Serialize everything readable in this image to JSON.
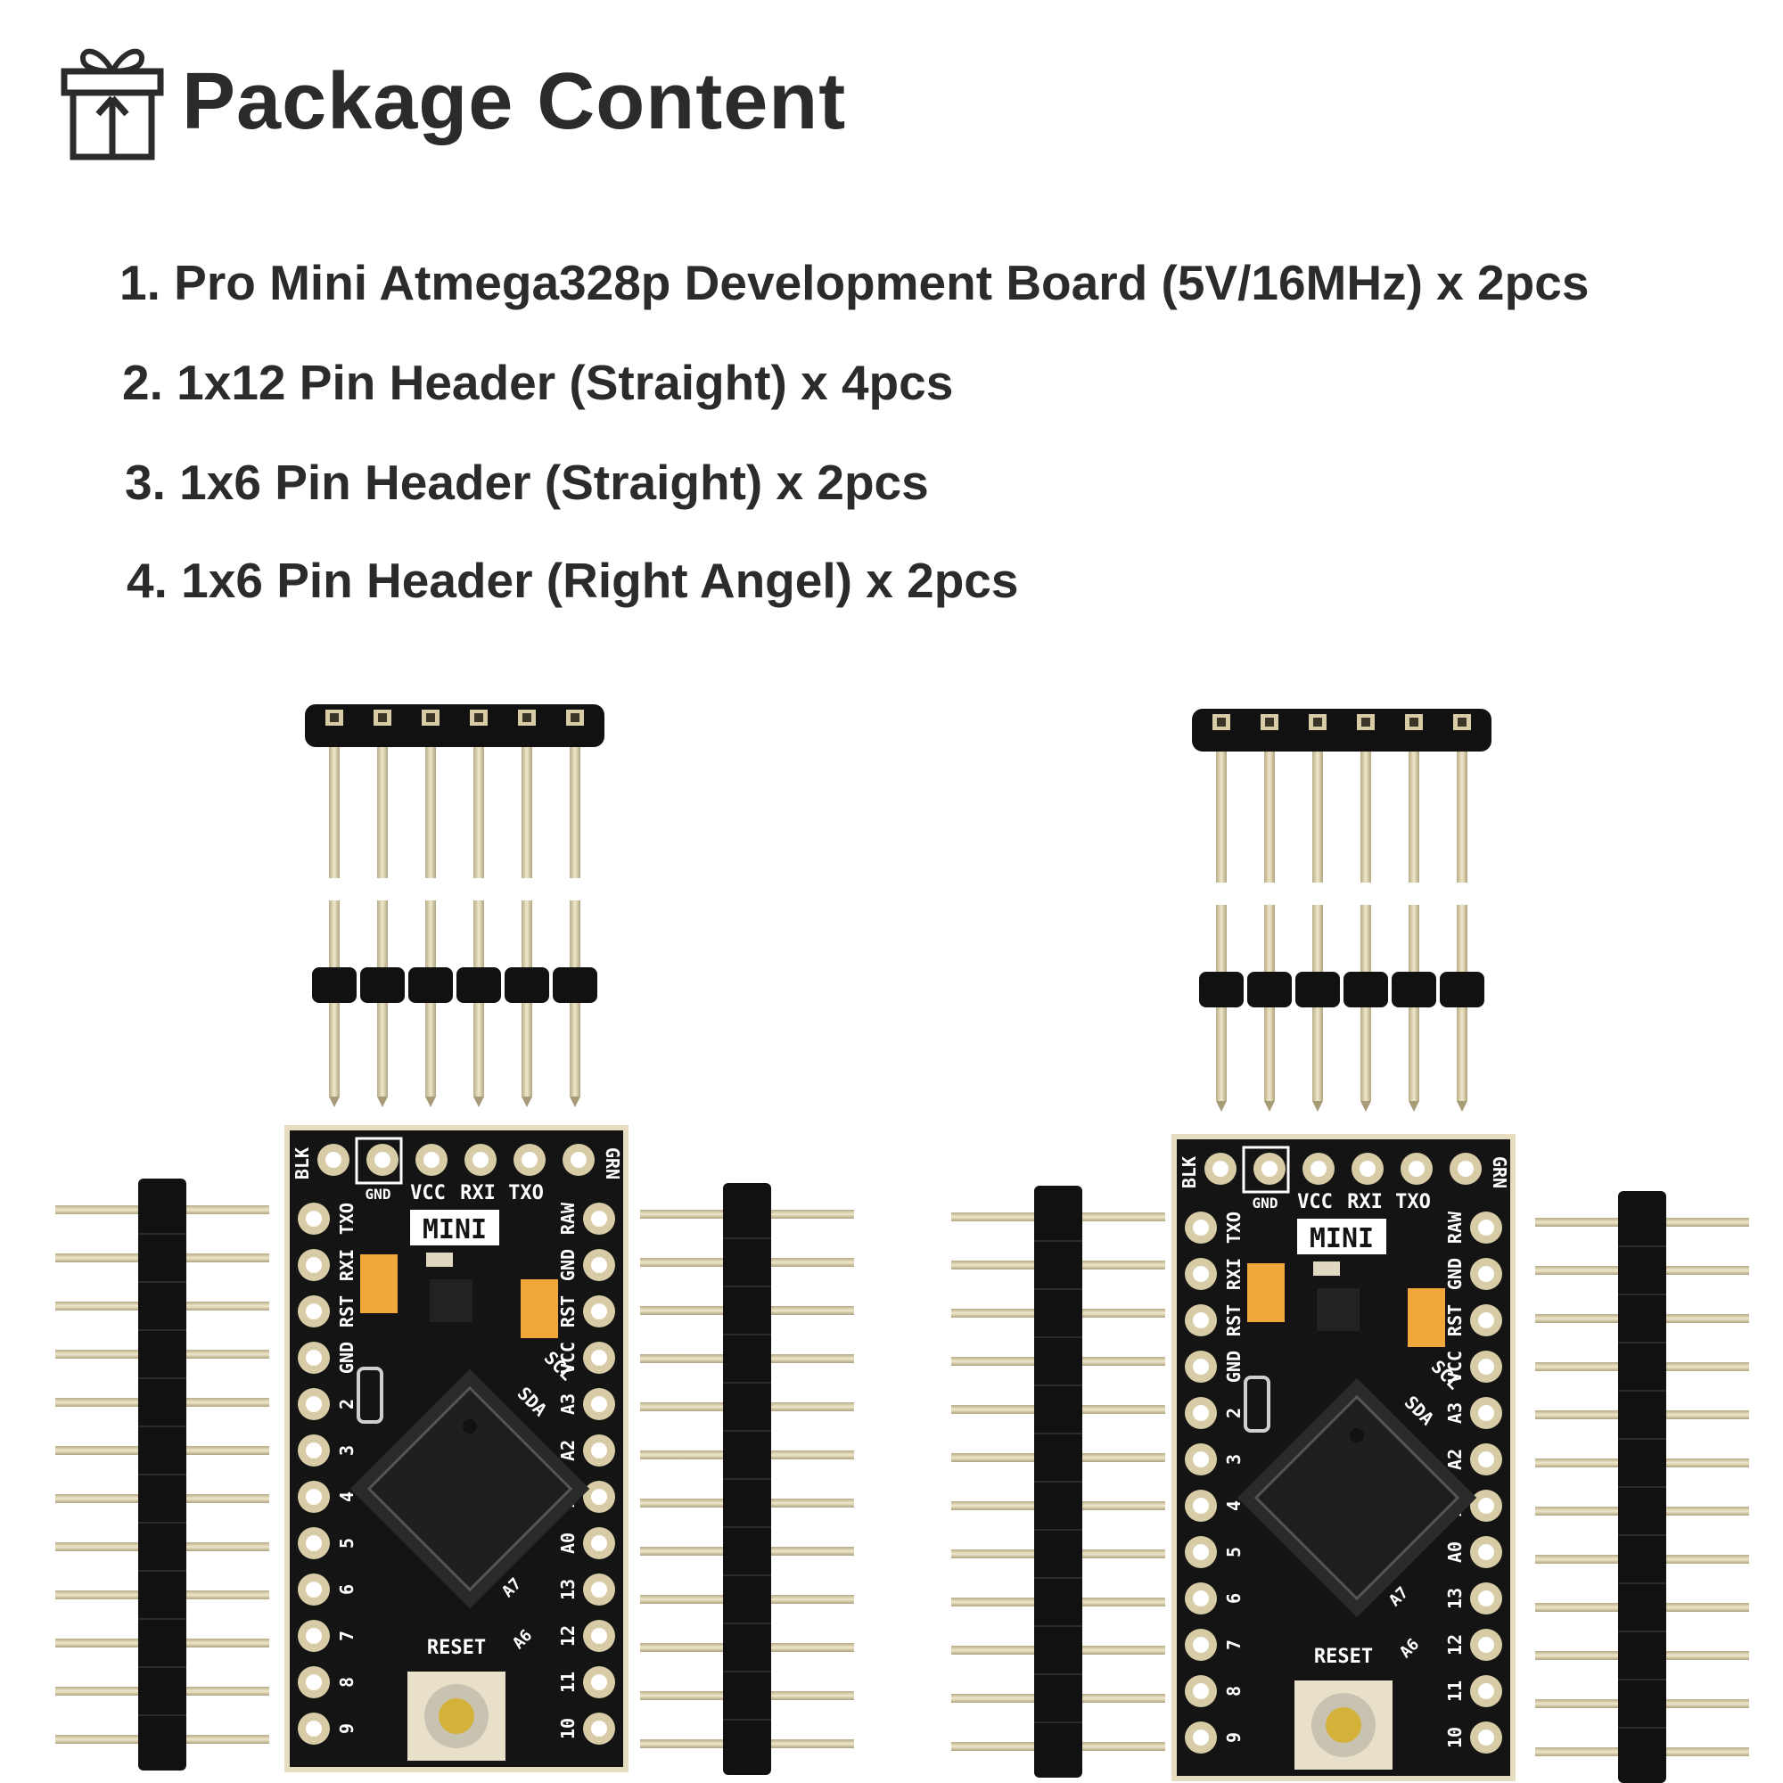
{
  "page": {
    "title": "Package Content",
    "items": [
      "1.  Pro Mini Atmega328p Development Board (5V/16MHz) x 2pcs",
      "2. 1x12 Pin Header (Straight) x 4pcs",
      "3. 1x6 Pin Header (Straight) x 2pcs",
      "4. 1x6 Pin Header (Right Angel) x 2pcs"
    ]
  },
  "boards": [
    {
      "mini_label": "MINI",
      "top_labels": [
        "GND",
        "VCC",
        "RXI",
        "TXO"
      ],
      "left_side": "BLK",
      "right_side": "GRN",
      "left_pins": [
        "TXO",
        "RXI",
        "RST",
        "GND",
        "2",
        "3",
        "4",
        "5",
        "6",
        "7",
        "8",
        "9"
      ],
      "right_pins": [
        "RAW",
        "GND",
        "RST",
        "VCC",
        "A3",
        "A2",
        "A1",
        "A0",
        "13",
        "12",
        "11",
        "10"
      ],
      "inner_labels": [
        "SCL",
        "SDA",
        "A7",
        "A6"
      ],
      "reset_label": "RESET"
    },
    {
      "mini_label": "MINI",
      "top_labels": [
        "GND",
        "VCC",
        "RXI",
        "TXO"
      ],
      "left_side": "BLK",
      "right_side": "GRN",
      "left_pins": [
        "TXO",
        "RXI",
        "RST",
        "GND",
        "2",
        "3",
        "4",
        "5",
        "6",
        "7",
        "8",
        "9"
      ],
      "right_pins": [
        "RAW",
        "GND",
        "RST",
        "VCC",
        "A3",
        "A2",
        "A1",
        "A0",
        "13",
        "12",
        "11",
        "10"
      ],
      "inner_labels": [
        "SCL",
        "SDA",
        "A7",
        "A6"
      ],
      "reset_label": "RESET"
    }
  ],
  "colors": {
    "text": "#2b2b2b",
    "pcb": "#141414",
    "header_plastic": "#111111",
    "pin_metal": "#d8cca6",
    "capacitor": "#f2a73a",
    "button_cap": "#d4b23a"
  },
  "icons": {
    "title_icon": "gift-box-icon"
  }
}
